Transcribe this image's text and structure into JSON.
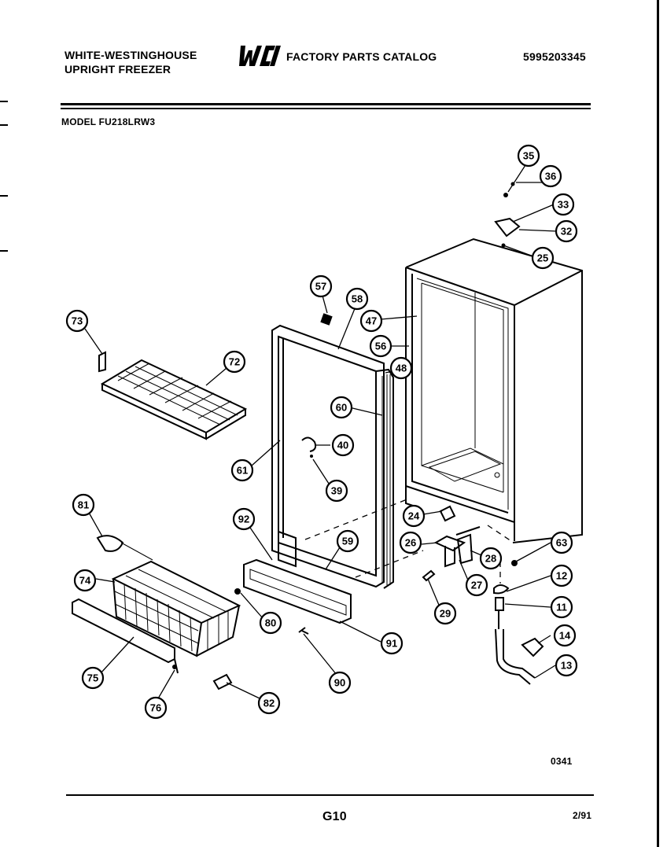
{
  "header": {
    "brand_line1": "WHITE-WESTINGHOUSE",
    "brand_line2": "UPRIGHT FREEZER",
    "logo_text": "WCI",
    "catalog_title": "FACTORY PARTS CATALOG",
    "catalog_number": "5995203345",
    "model": "MODEL FU218LRW3"
  },
  "footer": {
    "drawing_code": "0341",
    "page": "G10",
    "date": "2/91"
  },
  "callouts": [
    "35",
    "36",
    "33",
    "32",
    "25",
    "57",
    "58",
    "47",
    "56",
    "48",
    "73",
    "72",
    "60",
    "40",
    "61",
    "39",
    "24",
    "63",
    "81",
    "92",
    "59",
    "26",
    "28",
    "74",
    "27",
    "12",
    "80",
    "29",
    "11",
    "91",
    "14",
    "75",
    "90",
    "13",
    "76",
    "82"
  ]
}
